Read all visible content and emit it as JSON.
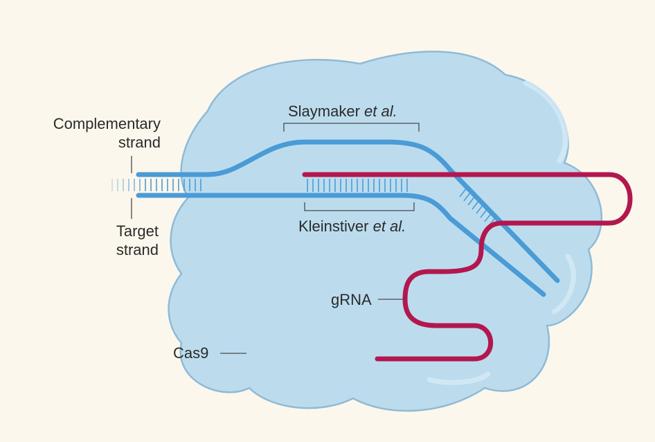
{
  "labels": {
    "complementary_line1": "Complementary",
    "complementary_line2": "strand",
    "target_line1": "Target",
    "target_line2": "strand",
    "slaymaker_name": "Slaymaker ",
    "slaymaker_etal": "et al.",
    "kleinstiver_name": "Kleinstiver ",
    "kleinstiver_etal": "et al.",
    "grna": "gRNA",
    "cas9": "Cas9"
  },
  "colors": {
    "background": "#fcf7ec",
    "cas9_fill": "#bcdcee",
    "cas9_stroke": "#8fbad6",
    "dna_strand": "#4a9bd6",
    "grna_strand": "#b3174e",
    "callout_line": "#4a4a4a"
  }
}
